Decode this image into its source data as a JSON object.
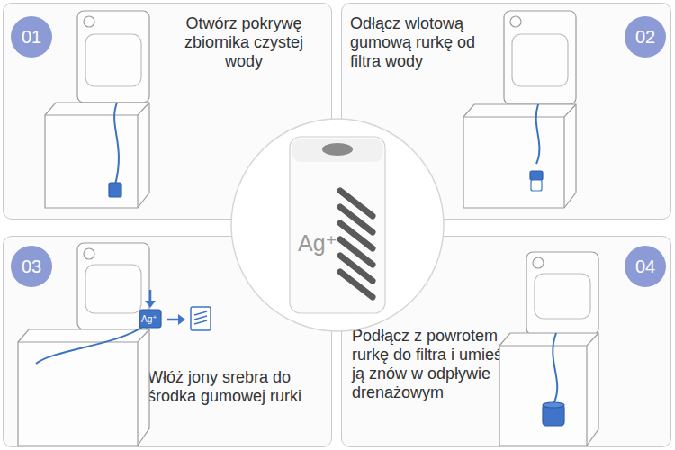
{
  "diagram": {
    "nodes": [
      {
        "text": [
          "Otwórz pokrywę zbiornika czystej wody"
        ]
      },
      {
        "text": [
          "01"
        ],
        "in": 0
      },
      {
        "text": [
          "Odłącz wlotową gumową rurkę od filtra wody"
        ]
      },
      {
        "text": [
          "02"
        ],
        "in": 2
      },
      {
        "text": [
          "Włóż jony srebra do środka gumowej rurki"
        ]
      },
      {
        "text": [
          "03"
        ],
        "in": 4
      },
      {
        "text": [
          "Podłącz z powrotem rurkę do filtra i umieść ją znów w odpływie drenażowym"
        ]
      },
      {
        "text": [
          "04"
        ],
        "in": 6
      }
    ],
    "labels": [
      "Ag⁺",
      "Ag⁺"
    ]
  }
}
